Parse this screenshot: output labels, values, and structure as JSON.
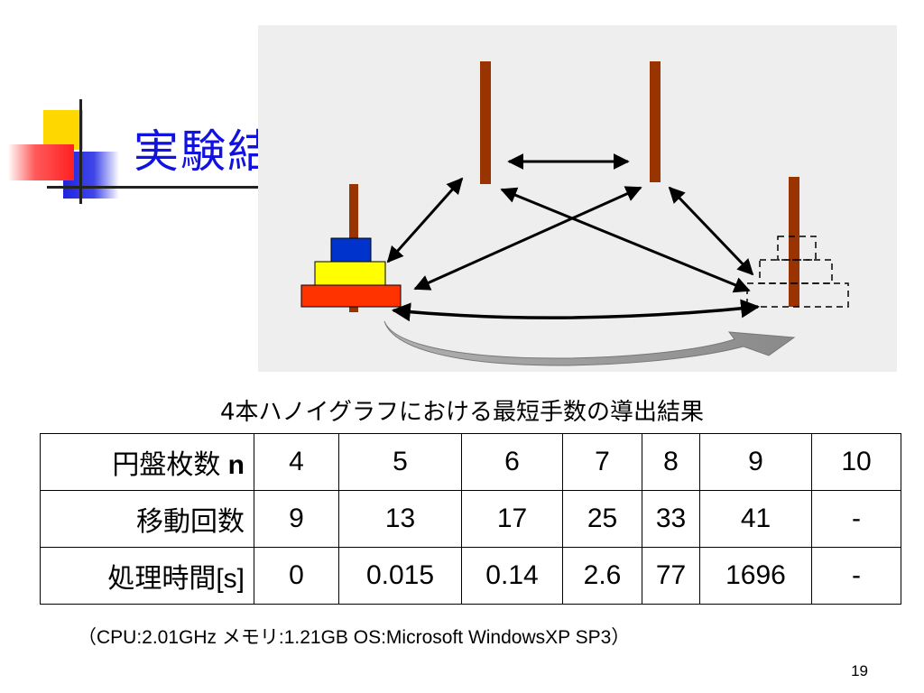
{
  "slide": {
    "title": "実験結果",
    "caption": "4本ハノイグラフにおける最短手数の導出結果",
    "footnote": "（CPU:2.01GHz メモリ:1.21GB OS:Microsoft WindowsXP SP3）",
    "page_number": "19"
  },
  "table": {
    "rows": [
      {
        "label": "円盤枚数 ",
        "label_bold": "n",
        "cells": [
          "4",
          "5",
          "6",
          "7",
          "8",
          "9",
          "10"
        ]
      },
      {
        "label": "移動回数",
        "label_bold": "",
        "cells": [
          "9",
          "13",
          "17",
          "25",
          "33",
          "41",
          "-"
        ]
      },
      {
        "label": "処理時間[s]",
        "label_bold": "",
        "cells": [
          "0",
          "0.015",
          "0.14",
          "2.6",
          "77",
          "1696",
          "-"
        ]
      }
    ]
  },
  "colors": {
    "title": "#1212e0",
    "peg": "#993300",
    "disk_small": "#0033cc",
    "disk_medium": "#ffff00",
    "disk_large": "#ff3300",
    "diagram_background": "#eeeeee"
  }
}
